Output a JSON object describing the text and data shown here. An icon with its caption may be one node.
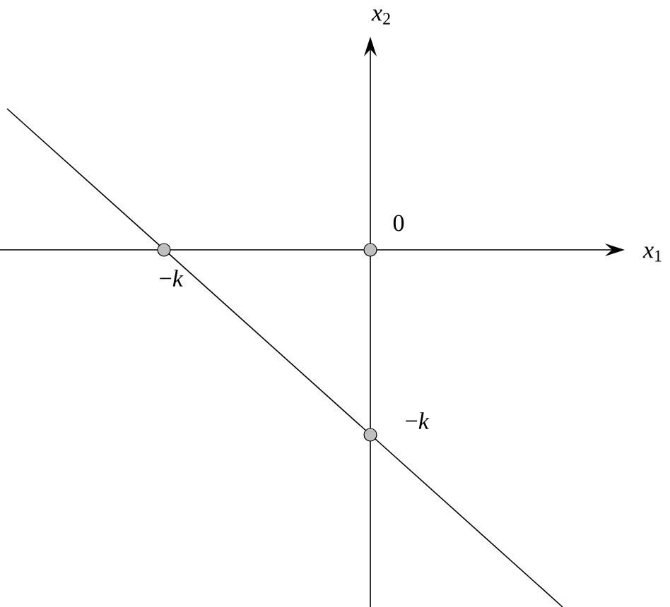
{
  "diagram": {
    "labels": [
      "*x*$_{2}$",
      "0",
      "*x*$_{1}$",
      "−*k*",
      "−*k*"
    ]
  }
}
